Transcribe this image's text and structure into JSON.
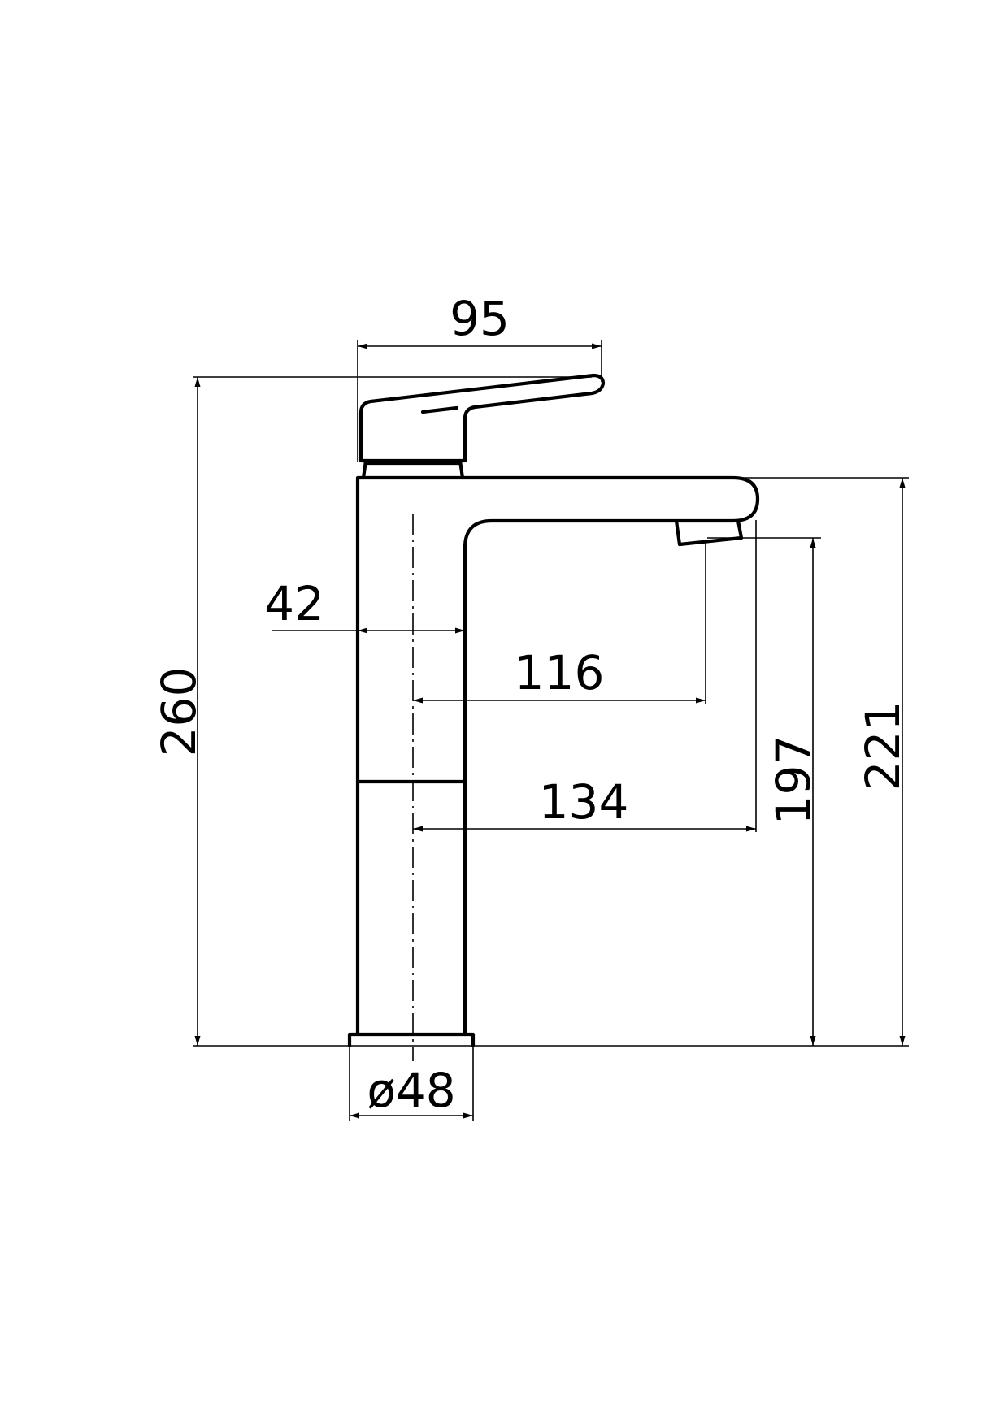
{
  "drawing": {
    "dimensions": {
      "handle_width": "95",
      "spout_offset": "42",
      "center_to_outlet": "116",
      "reach": "134",
      "total_height": "260",
      "outlet_height": "197",
      "spout_top_height": "221",
      "base_diameter": "ø48"
    },
    "stroke_color": "#000000",
    "background_color": "#ffffff"
  }
}
